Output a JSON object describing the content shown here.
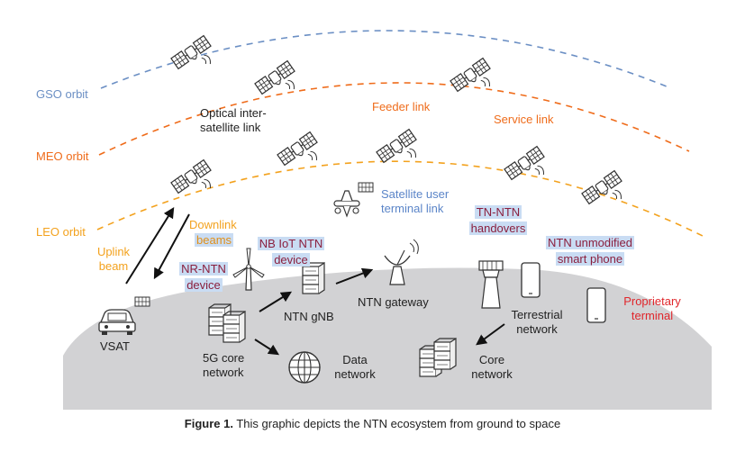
{
  "orbits": {
    "gso": "GSO orbit",
    "meo": "MEO orbit",
    "leo": "LEO orbit"
  },
  "links": {
    "optical_line1": "Optical inter-",
    "optical_line2": "satellite link",
    "feeder": "Feeder  link",
    "service": "Service link",
    "sat_user_line1": "Satellite user",
    "sat_user_line2": "terminal link",
    "uplink_line1": "Uplink",
    "uplink_line2": "beam",
    "downlink_line1": "Downlink",
    "downlink_line2": "beams"
  },
  "devices": {
    "nr_ntn_line1": "NR-NTN",
    "nr_ntn_line2": "device",
    "nb_iot_line1": "NB IoT NTN",
    "nb_iot_line2": "device",
    "tn_ntn_line1": "TN-NTN",
    "tn_ntn_line2": "handovers",
    "ntn_phone_line1": "NTN unmodified",
    "ntn_phone_line2": "smart phone",
    "proprietary_line1": "Proprietary",
    "proprietary_line2": "terminal",
    "vsat": "VSAT"
  },
  "network": {
    "gnb": "NTN gNB",
    "gateway": "NTN gateway",
    "core5g_line1": "5G core",
    "core5g_line2": "network",
    "data_line1": "Data",
    "data_line2": "network",
    "terrestrial_line1": "Terrestrial",
    "terrestrial_line2": "network",
    "core_line1": "Core",
    "core_line2": "network"
  },
  "caption": {
    "bold": "Figure 1.",
    "text": " This graphic depicts the NTN ecosystem from ground to space"
  },
  "colors": {
    "gso": "#6b8fc4",
    "meo": "#ef6c1b",
    "leo": "#f3a21e",
    "ground": "#d2d2d4",
    "highlight": "#c9dcf3",
    "device_label": "#8a1f3e",
    "proprietary": "#e0262b"
  },
  "icons": {
    "satellite": "satellite-icon",
    "vsat": "car-icon",
    "antenna": "dish-antenna-icon",
    "server": "server-stack-icon",
    "globe": "globe-icon",
    "phone": "smartphone-icon",
    "tower": "cell-tower-icon",
    "wind": "wind-turbine-icon",
    "drone": "aircraft-icon"
  }
}
